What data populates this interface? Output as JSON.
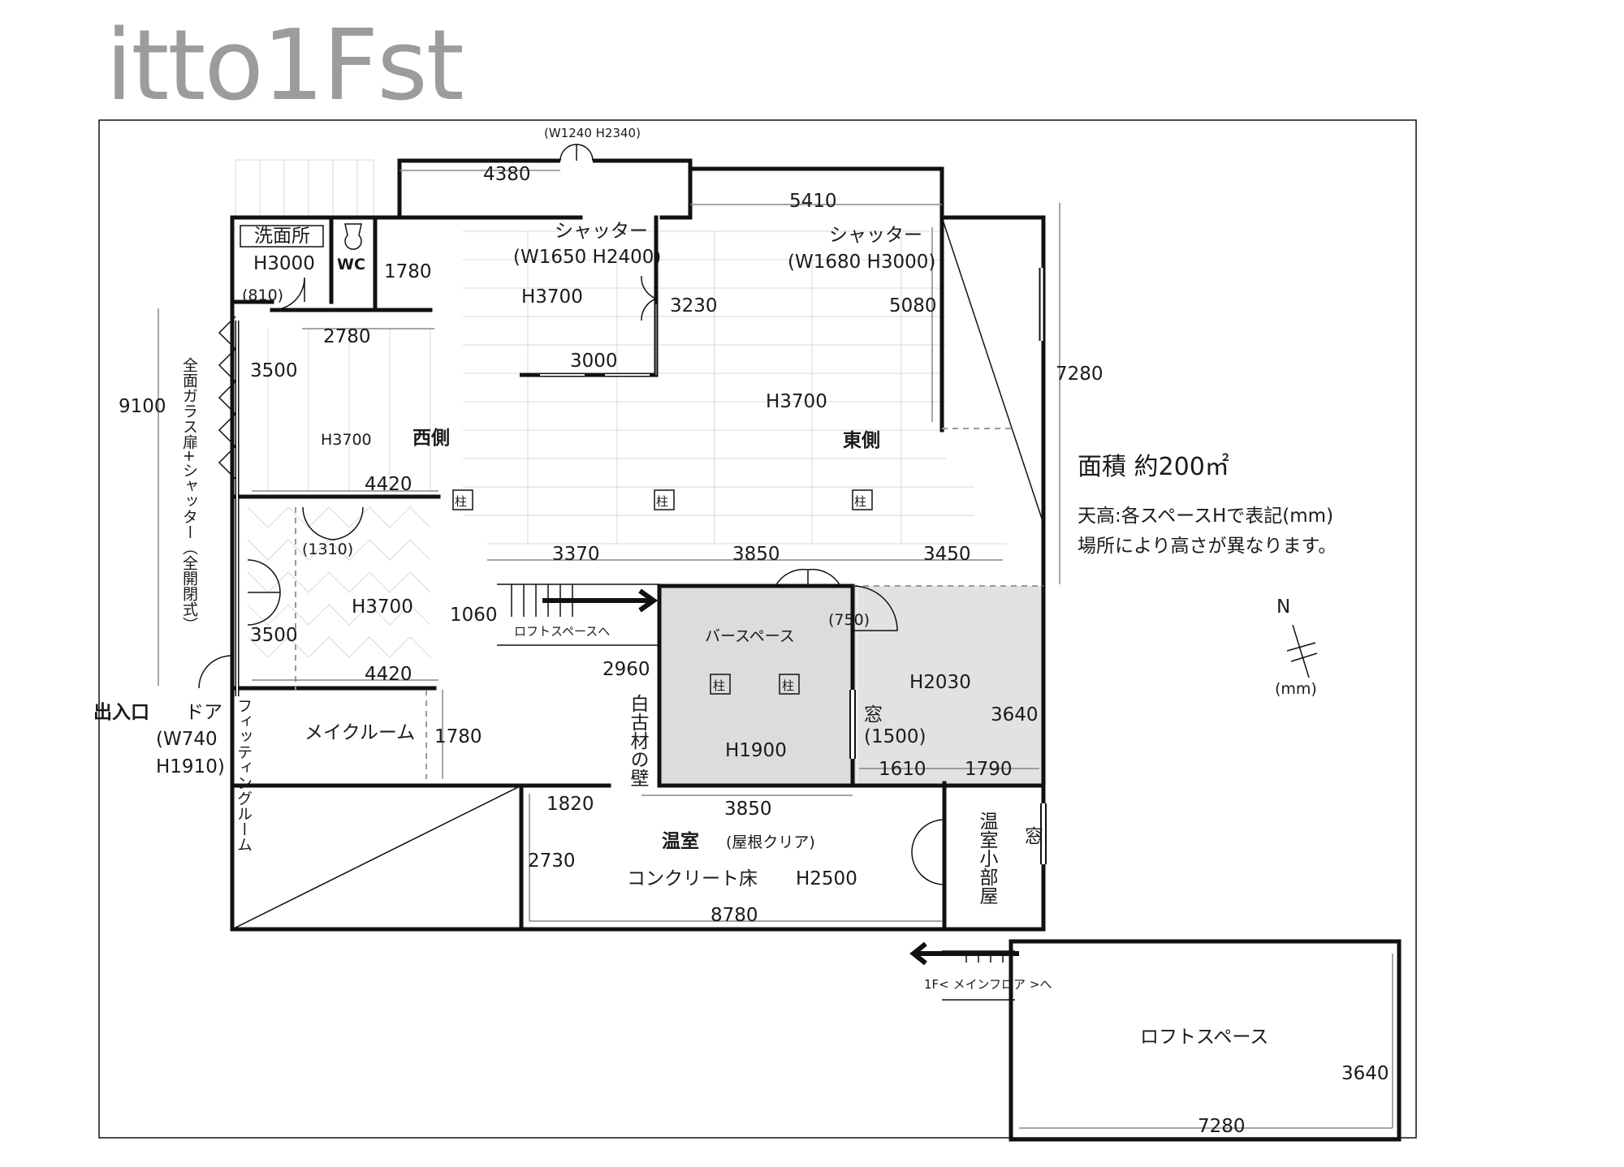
{
  "title": "itto1Fst",
  "info": {
    "area": "面積 約200㎡",
    "ceiling_note_1": "天高:各スペースHで表記(mm)",
    "ceiling_note_2": "場所により高さが異なります。",
    "compass_n": "N",
    "unit": "(mm)"
  },
  "rooms": {
    "washroom": "洗面所",
    "washroom_h": "H3000",
    "wc": "WC",
    "west": "西側",
    "east": "東側",
    "west_room_h": "H3700",
    "hatched_h": "H3700",
    "main_h1": "H3700",
    "main_h2": "H3700",
    "shutter_1": "シャッター",
    "shutter_1_size": "(W1650 H2400)",
    "shutter_2": "シャッター",
    "shutter_2_size": "(W1680 H3000)",
    "top_door_size": "(W1240 H2340)",
    "pillar": "柱",
    "bar": "バースペース",
    "bar_h": "H1900",
    "side_h": "H2030",
    "window": "窓",
    "window_size": "(1500)",
    "door_750": "(750)",
    "loft_stairs": "ロフトスペースへ",
    "white_wall": "白古材の壁",
    "fitting": "フィッティングルーム",
    "make_room": "メイクルーム",
    "greenhouse": "温室",
    "greenhouse_note": "(屋根クリア)",
    "concrete": "コンクリート床",
    "greenhouse_h": "H2500",
    "small_room": "温室小部屋",
    "small_window": "窓",
    "entrance": "出入口",
    "door": "ドア",
    "door_w": "(W740",
    "door_h": "H1910)",
    "glass_door": "全面ガラス扉+シャッター（全開閉式）",
    "door_810": "(810)",
    "door_1310": "(1310)",
    "loft_back": "1F< メインフロア >へ",
    "loft_space": "ロフトスペース"
  },
  "dimensions": {
    "d4380": "4380",
    "d5410": "5410",
    "d1780a": "1780",
    "d2780": "2780",
    "d3230": "3230",
    "d5080": "5080",
    "d3000": "3000",
    "d7280a": "7280",
    "d9100": "9100",
    "d3500a": "3500",
    "d4420a": "4420",
    "d3370": "3370",
    "d3850a": "3850",
    "d3450": "3450",
    "d1060": "1060",
    "d3500b": "3500",
    "d4420b": "4420",
    "d2960": "2960",
    "d3640a": "3640",
    "d1610": "1610",
    "d1790": "1790",
    "d1780b": "1780",
    "d1820": "1820",
    "d3850b": "3850",
    "d2730": "2730",
    "d8780": "8780",
    "d3640b": "3640",
    "d7280b": "7280"
  },
  "colors": {
    "title": "#9c9c9c",
    "shaded": "#dcdcdc",
    "wall": "#111111"
  }
}
